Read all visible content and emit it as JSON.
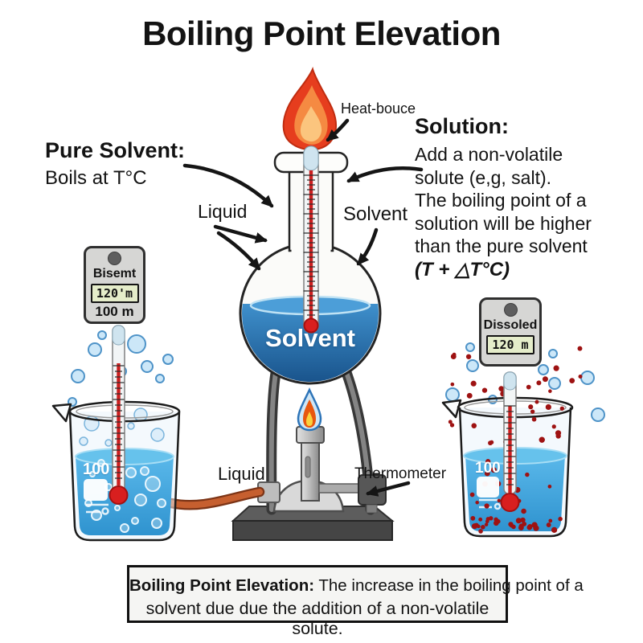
{
  "title": "Boiling Point Elevation",
  "left": {
    "heading": "Pure Solvent:",
    "subheading": "Boils at T°C",
    "meter": {
      "name": "Bisemt",
      "lcd": "120'm",
      "sub": "100 m"
    },
    "beaker_scale": "100"
  },
  "right": {
    "heading": "Solution:",
    "lines": [
      "Add a non-volatile",
      "solute (e,g, salt).",
      "The boiling point of a",
      "solution will be higher",
      "than the pure solvent",
      "(T + △T°C)"
    ],
    "meter": {
      "name": "Dissoled",
      "lcd": "120 m"
    },
    "beaker_scale": "100"
  },
  "labels": {
    "heat_source": "Heat-bouce",
    "liquid_upper": "Liquid",
    "solvent_pointer": "Solvent",
    "flask_contents": "Solvent",
    "liquid_lower": "Liquid",
    "thermometer": "Thermometer"
  },
  "caption": {
    "term": "Boiling Point Elevation:",
    "rest_line1": " The increase in the boiling point of a",
    "line2": "solvent due due the addition of a non-volatile solute."
  },
  "colors": {
    "flask_liquid_top": "#3f90cc",
    "flask_liquid_bottom": "#164f87",
    "beaker_liquid_top": "#5ab8ea",
    "beaker_liquid_bottom": "#2f93cf",
    "thermometer_red": "#cc1f1f",
    "solute_dot": "#9e1212",
    "flame_outer": "#e63d1e",
    "burner_flame_blue": "#2d74b8",
    "tube_orange": "#c65f2f",
    "lcd_bg": "#e5edca",
    "device_bg": "#d6d6d4"
  }
}
